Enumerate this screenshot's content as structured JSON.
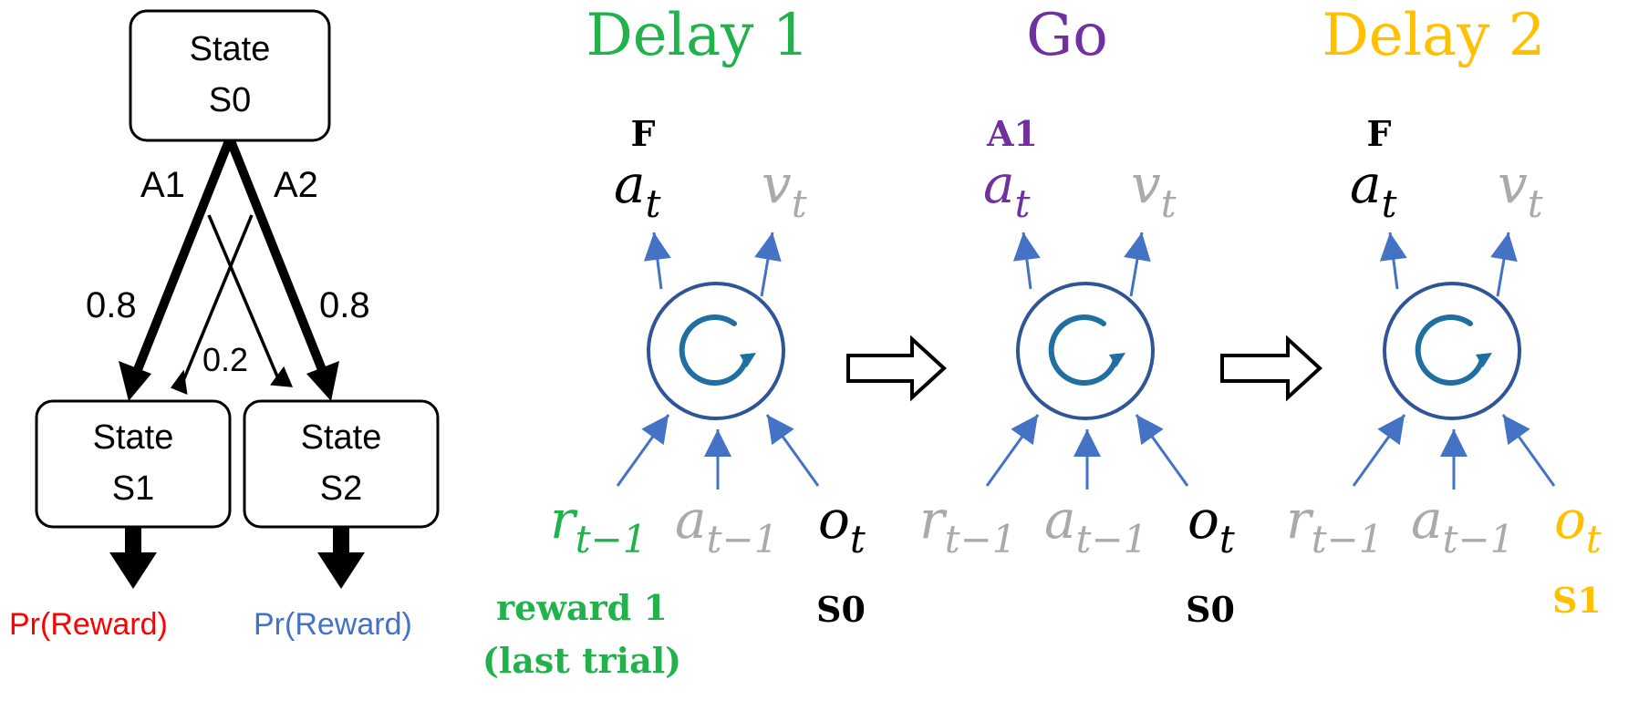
{
  "colors": {
    "green": "#22b24c",
    "purple": "#7030a0",
    "gold": "#ffc000",
    "gray": "#aaaaaa",
    "black": "#000000",
    "blue": "#4472c4",
    "dark_blue": "#2f5597",
    "red": "#ff0000",
    "reward_blue": "#4472c4"
  },
  "tree": {
    "root": {
      "line1": "State",
      "line2": "S0"
    },
    "left": {
      "line1": "State",
      "line2": "S1"
    },
    "right": {
      "line1": "State",
      "line2": "S2"
    },
    "action_left": "A1",
    "action_right": "A2",
    "prob_left_common": "0.8",
    "prob_right_common": "0.8",
    "prob_rare": "0.2",
    "reward_left": "Pr(Reward)",
    "reward_right": "Pr(Reward)"
  },
  "phases": [
    {
      "title": "Delay 1",
      "title_color": "green",
      "action_label": "F",
      "action_label_color": "black",
      "output_a": {
        "base": "a",
        "sub": "t",
        "color": "black"
      },
      "output_v": {
        "base": "v",
        "sub": "t",
        "color": "gray"
      },
      "input_r": {
        "base": "r",
        "sub": "t−1",
        "color": "green"
      },
      "input_a": {
        "base": "a",
        "sub": "t−1",
        "color": "gray"
      },
      "input_o": {
        "base": "o",
        "sub": "t",
        "color": "black"
      },
      "below_r_line1": "reward 1",
      "below_r_line2": "(last trial)",
      "below_r_color": "green",
      "below_o": "S0",
      "below_o_color": "black"
    },
    {
      "title": "Go",
      "title_color": "purple",
      "action_label": "A1",
      "action_label_color": "purple",
      "output_a": {
        "base": "a",
        "sub": "t",
        "color": "purple"
      },
      "output_v": {
        "base": "v",
        "sub": "t",
        "color": "gray"
      },
      "input_r": {
        "base": "r",
        "sub": "t−1",
        "color": "gray"
      },
      "input_a": {
        "base": "a",
        "sub": "t−1",
        "color": "gray"
      },
      "input_o": {
        "base": "o",
        "sub": "t",
        "color": "black"
      },
      "below_r_line1": "",
      "below_r_line2": "",
      "below_r_color": "green",
      "below_o": "S0",
      "below_o_color": "black"
    },
    {
      "title": "Delay 2",
      "title_color": "gold",
      "action_label": "F",
      "action_label_color": "black",
      "output_a": {
        "base": "a",
        "sub": "t",
        "color": "black"
      },
      "output_v": {
        "base": "v",
        "sub": "t",
        "color": "gray"
      },
      "input_r": {
        "base": "r",
        "sub": "t−1",
        "color": "gray"
      },
      "input_a": {
        "base": "a",
        "sub": "t−1",
        "color": "gray"
      },
      "input_o": {
        "base": "o",
        "sub": "t",
        "color": "gold"
      },
      "below_r_line1": "",
      "below_r_line2": "",
      "below_r_color": "green",
      "below_o": "S1",
      "below_o_color": "gold"
    }
  ]
}
